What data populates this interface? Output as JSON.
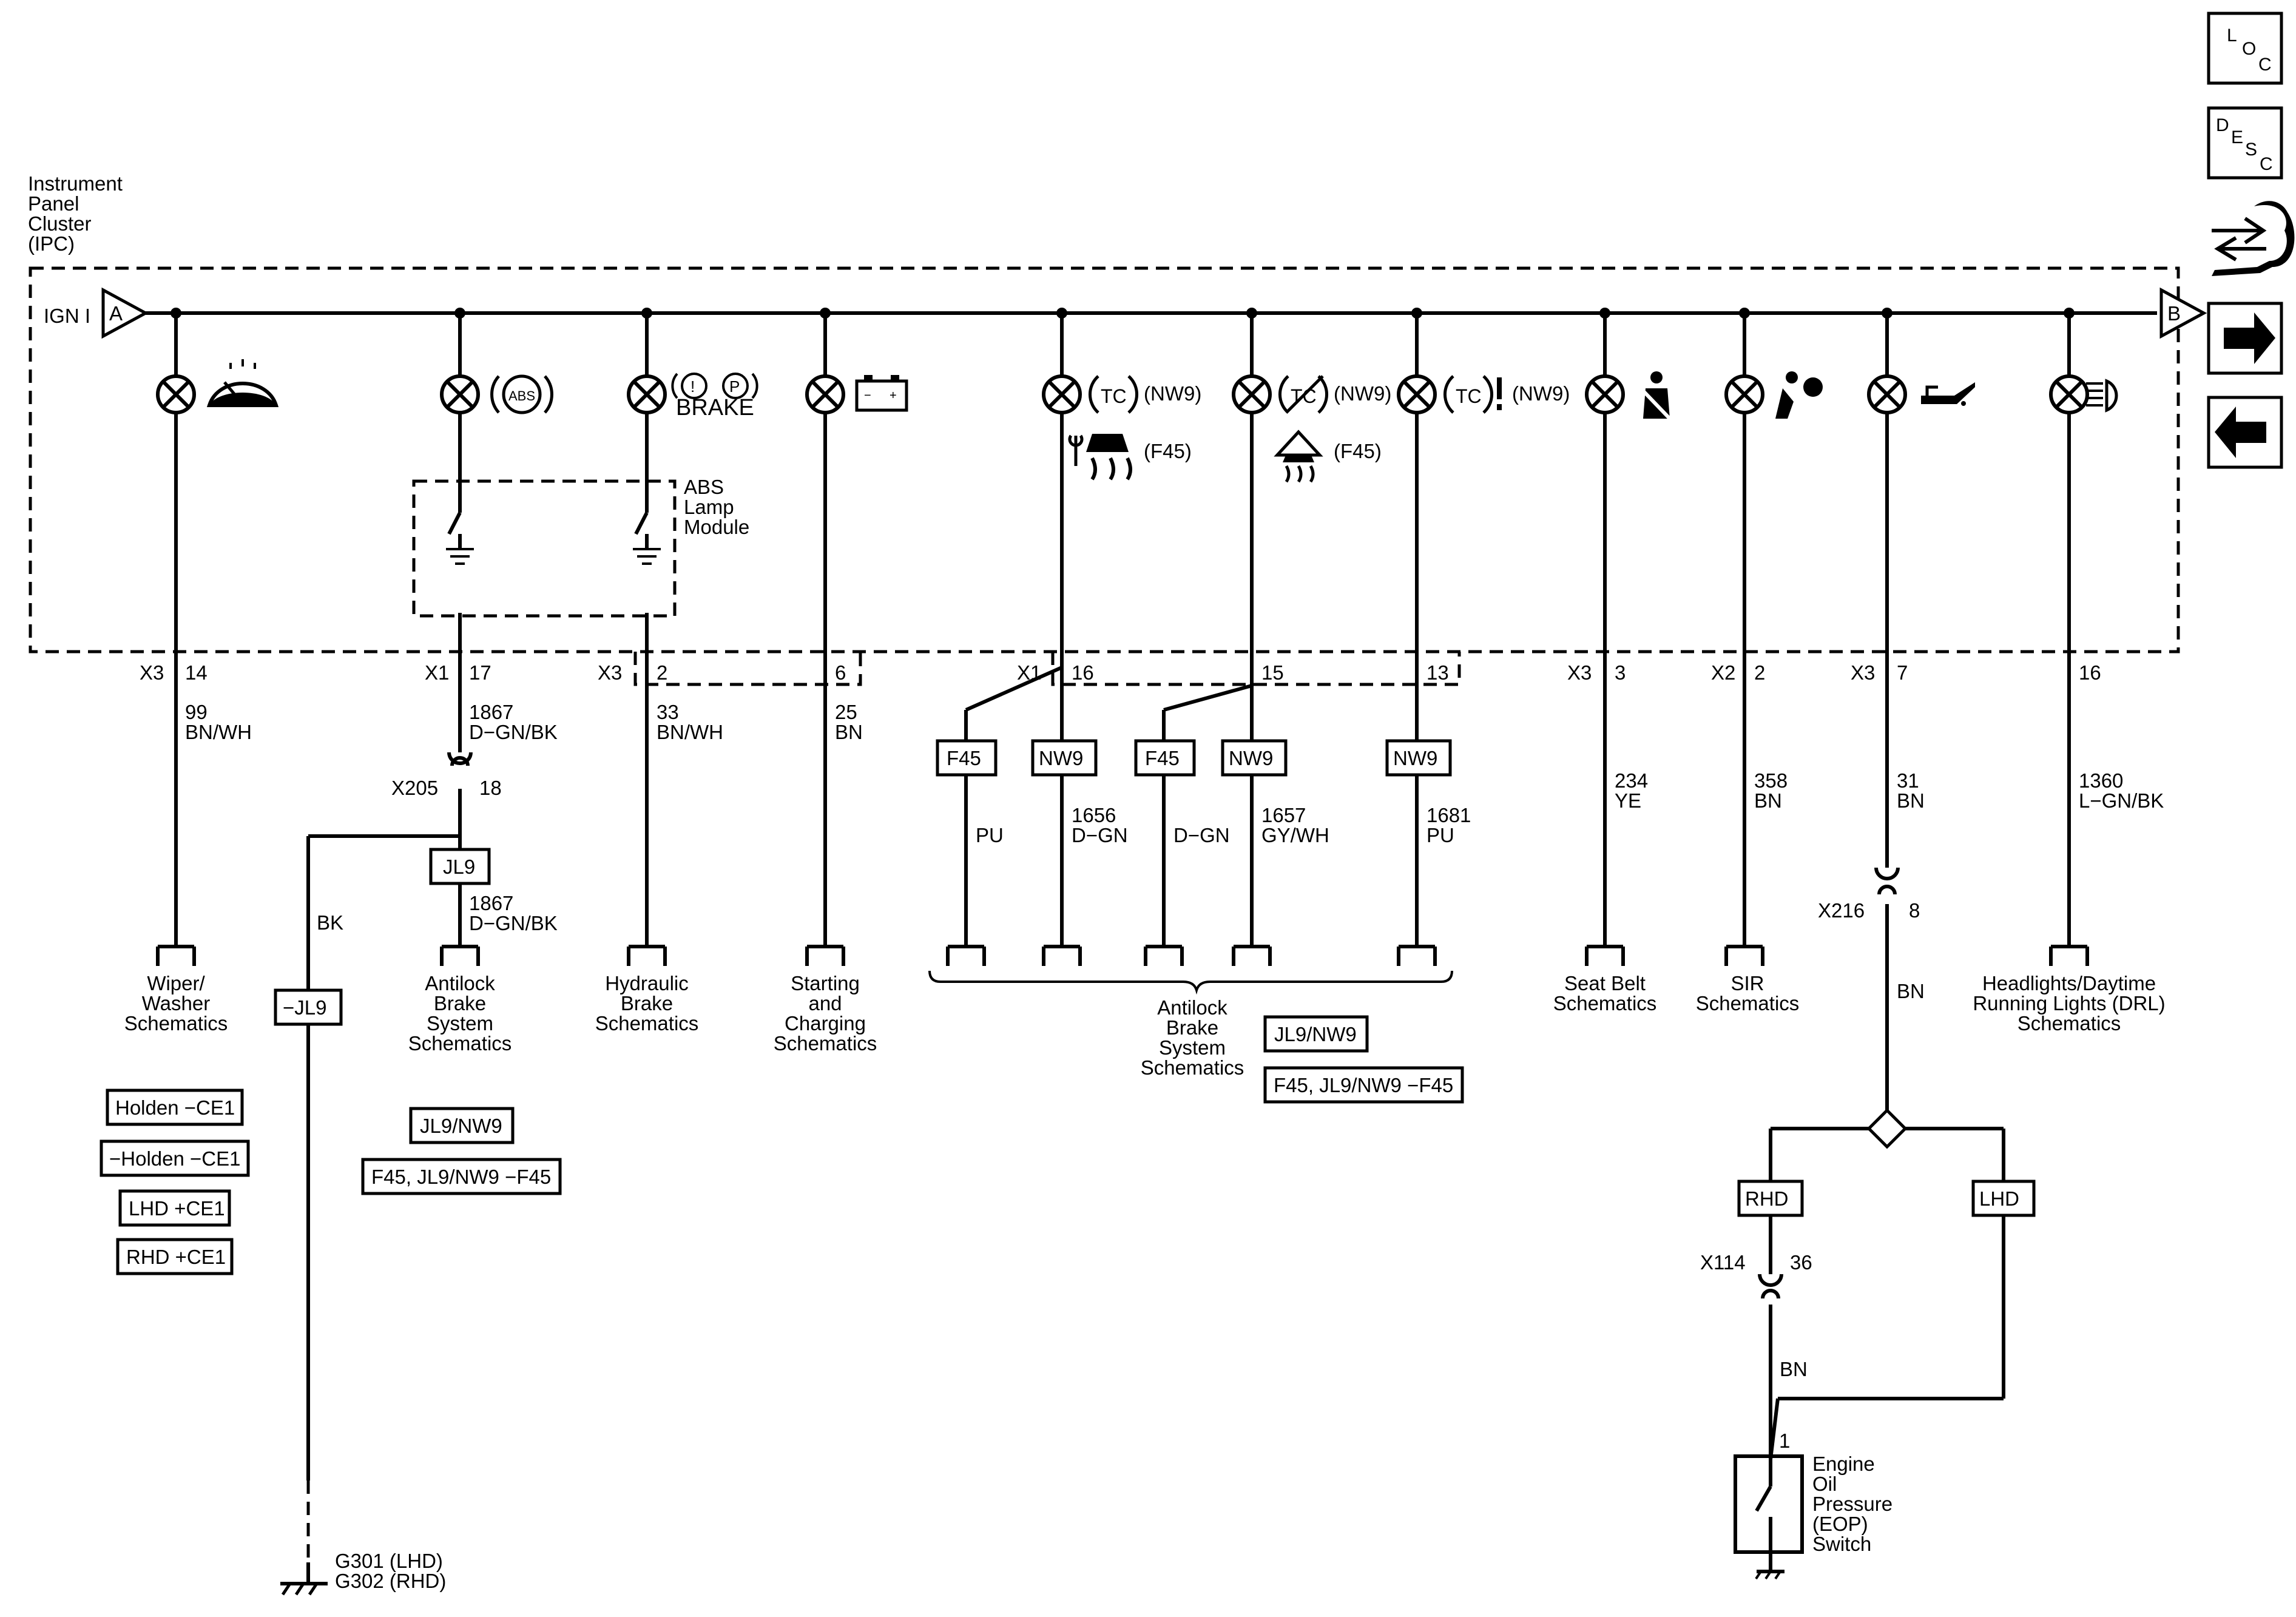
{
  "ipc": {
    "l1": "Instrument",
    "l2": "Panel",
    "l3": "Cluster",
    "l4": "(IPC)"
  },
  "bus": {
    "ign": "IGN I",
    "a": "A",
    "b": "B"
  },
  "nav": {
    "loc": [
      "L",
      "O",
      "C"
    ],
    "desc": [
      "D",
      "E",
      "S",
      "C"
    ],
    "icons": [
      "wrench-arrows-icon",
      "arrow-right-icon",
      "arrow-left-icon"
    ]
  },
  "lamps": {
    "brake_word": "BRAKE",
    "tc": "TC",
    "nw9": "(NW9)",
    "f45": "(F45)",
    "abs": "ABS",
    "abs_module": [
      "ABS",
      "Lamp",
      "Module"
    ],
    "icons": [
      "wiper-washer-icon",
      "abs-icon",
      "brake-icon",
      "battery-icon",
      "traction-control-icon",
      "slip-icon",
      "traction-off-icon",
      "esc-icon",
      "tc-warning-icon",
      "seat-belt-icon",
      "airbag-icon",
      "oil-can-icon",
      "headlamp-icon"
    ]
  },
  "pins": {
    "x3": "X3",
    "x1": "X1",
    "x2": "X2",
    "p14": "14",
    "p17": "17",
    "p2a": "2",
    "p6": "6",
    "p16a": "16",
    "p15": "15",
    "p13": "13",
    "p3": "3",
    "p2b": "2",
    "p7": "7",
    "p16b": "16"
  },
  "wires": {
    "w99": [
      "99",
      "BN/WH"
    ],
    "w1867": [
      "1867",
      "D−GN/BK"
    ],
    "w33": [
      "33",
      "BN/WH"
    ],
    "w25": [
      "25",
      "BN"
    ],
    "pu": "PU",
    "w1656": [
      "1656",
      "D−GN"
    ],
    "dgn": "D−GN",
    "w1657": [
      "1657",
      "GY/WH"
    ],
    "w1681": [
      "1681",
      "PU"
    ],
    "w234": [
      "234",
      "YE"
    ],
    "w358": [
      "358",
      "BN"
    ],
    "w31": [
      "31",
      "BN"
    ],
    "w1360": [
      "1360",
      "L−GN/BK"
    ],
    "bk": "BK",
    "bn": "BN"
  },
  "connectors": {
    "x205": "X205",
    "x205_pin": "18",
    "x216": "X216",
    "x216_pin": "8",
    "x114": "X114",
    "x114_pin": "36",
    "eop_pin": "1"
  },
  "options": {
    "jl9": "JL9",
    "not_jl9": "−JL9",
    "f45": "F45",
    "nw9": "NW9",
    "rhd": "RHD",
    "lhd": "LHD",
    "jl9nw9": "JL9/NW9",
    "f45_combo": "F45, JL9/NW9 −F45",
    "holden_ce1": "Holden −CE1",
    "not_holden_ce1": "−Holden −CE1",
    "lhd_ce1": "LHD +CE1",
    "rhd_ce1": "RHD +CE1"
  },
  "destinations": {
    "wiper": [
      "Wiper/",
      "Washer",
      "Schematics"
    ],
    "antilock": [
      "Antilock",
      "Brake",
      "System",
      "Schematics"
    ],
    "hydraulic": [
      "Hydraulic",
      "Brake",
      "Schematics"
    ],
    "starting": [
      "Starting",
      "and",
      "Charging",
      "Schematics"
    ],
    "antilock2": [
      "Antilock",
      "Brake",
      "System",
      "Schematics"
    ],
    "seatbelt": [
      "Seat Belt",
      "Schematics"
    ],
    "sir": [
      "SIR",
      "Schematics"
    ],
    "headlights": [
      "Headlights/Daytime",
      "Running Lights (DRL)",
      "Schematics"
    ]
  },
  "ground": {
    "g301": "G301 (LHD)",
    "g302": "G302 (RHD)"
  },
  "eop": [
    "Engine",
    "Oil",
    "Pressure",
    "(EOP)",
    "Switch"
  ]
}
